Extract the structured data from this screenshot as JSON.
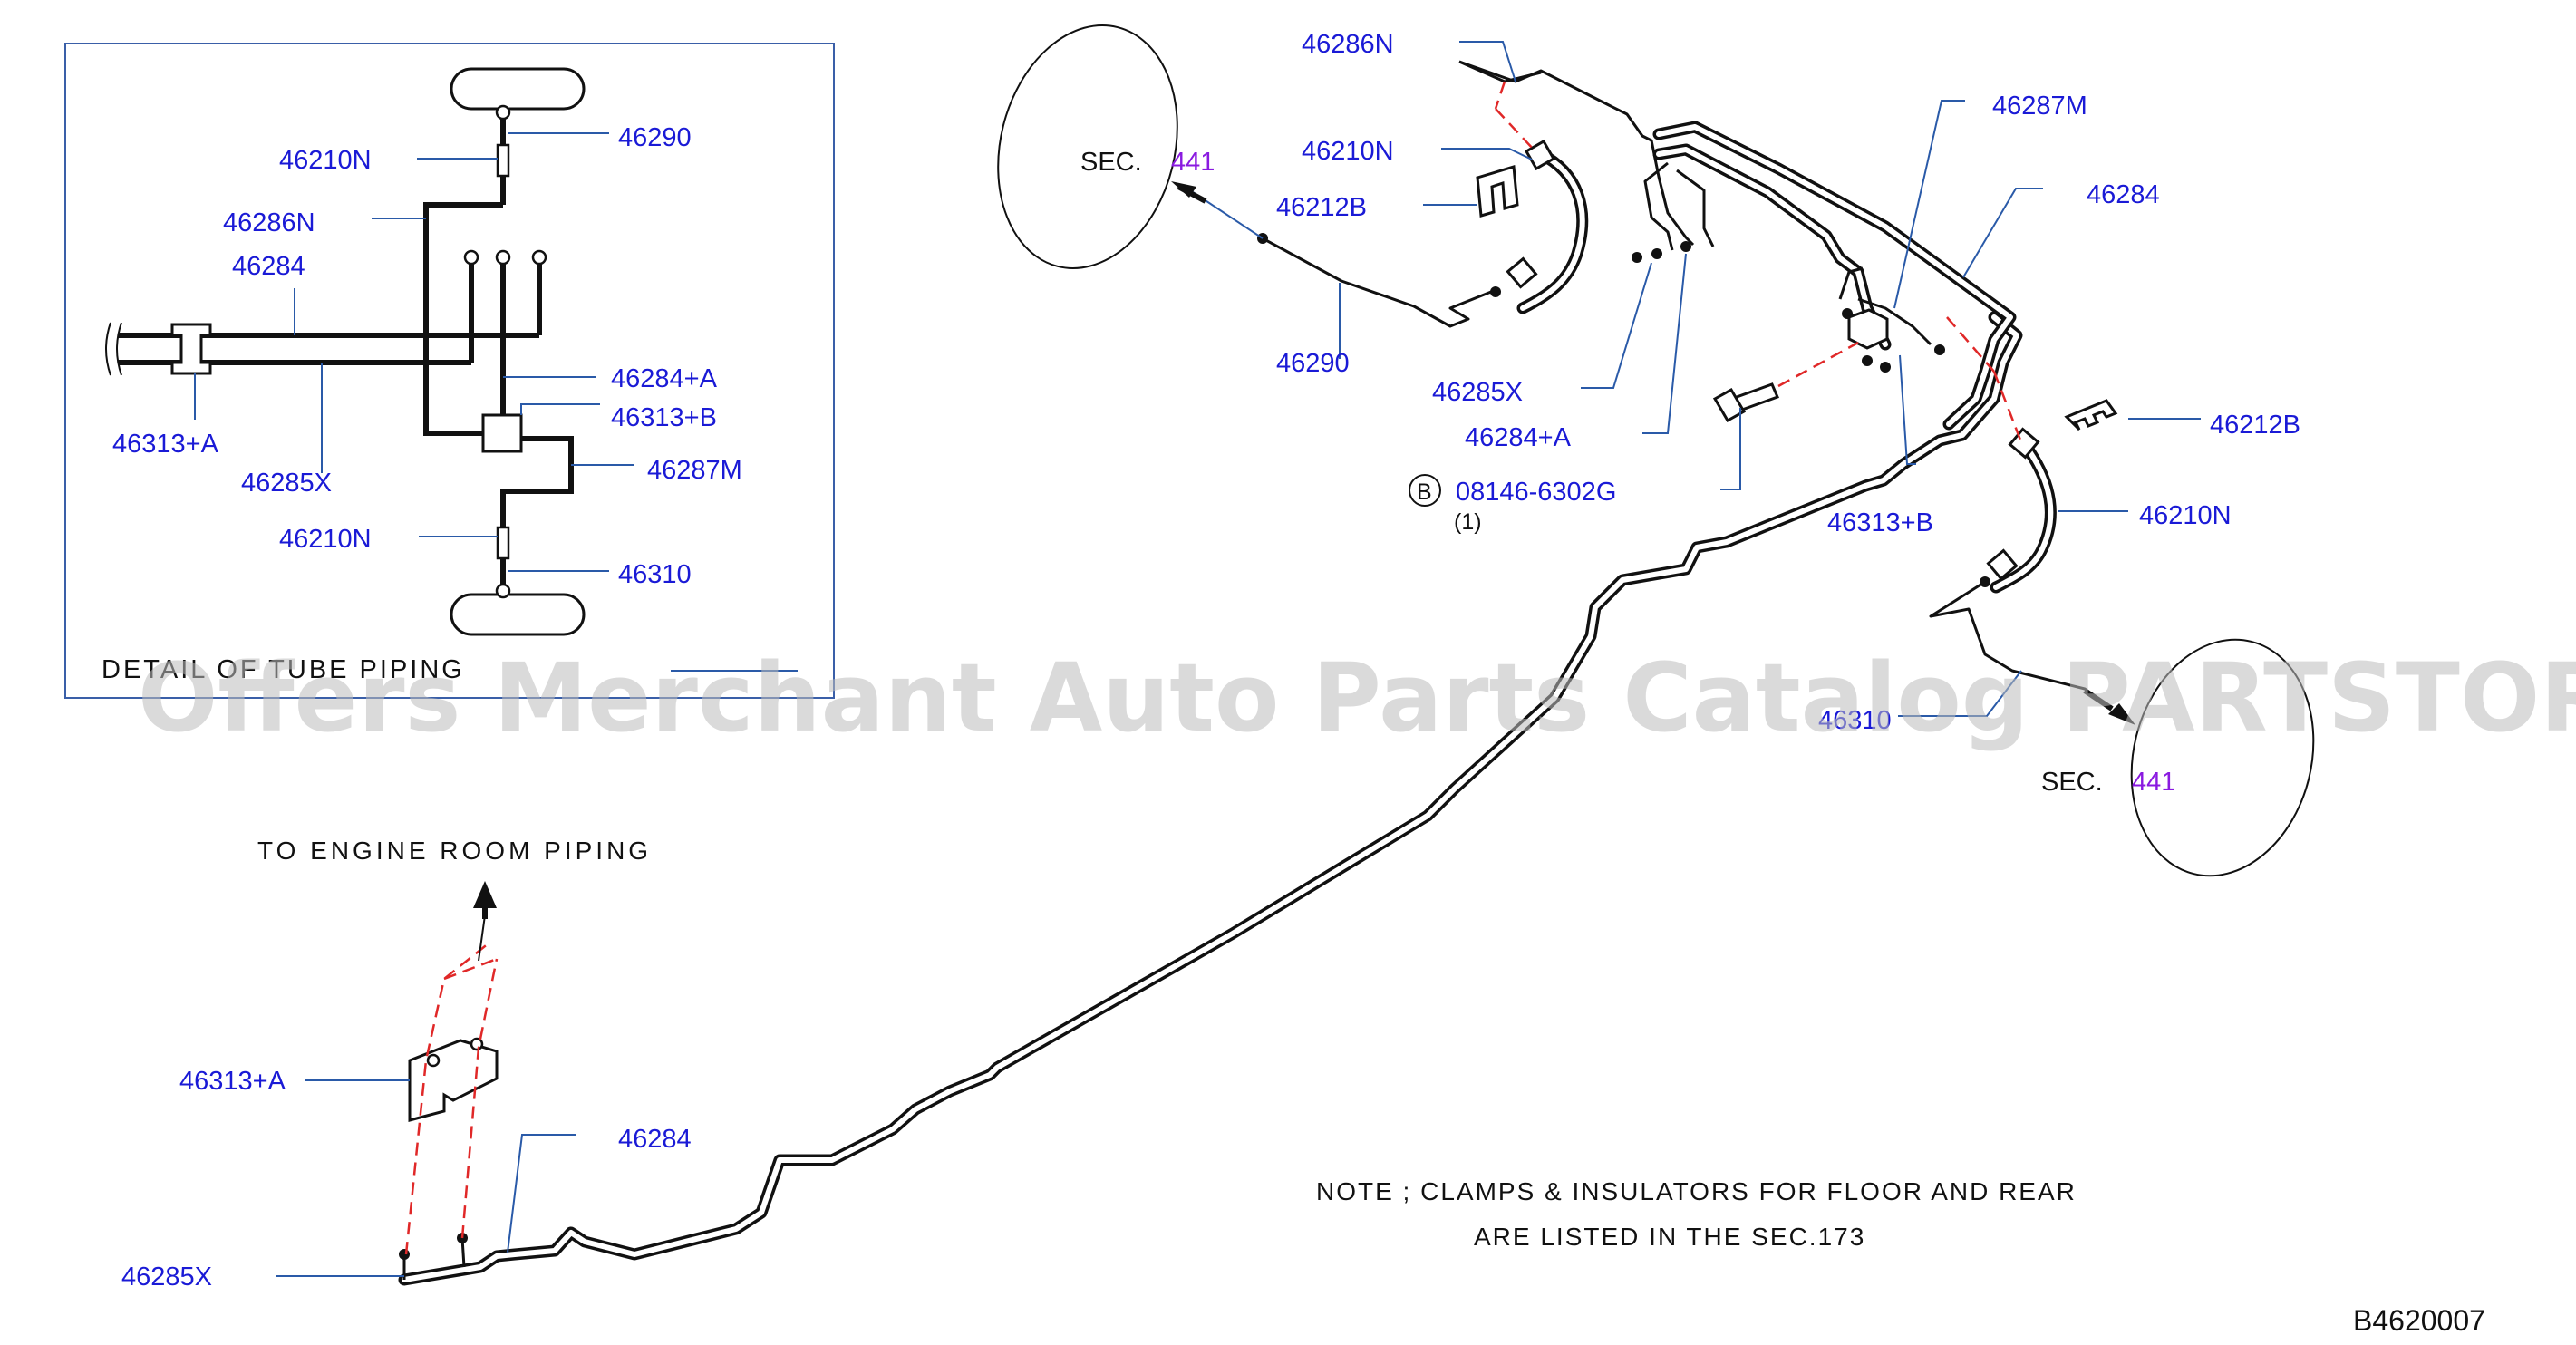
{
  "labels": {
    "detail_46210n_top": "46210N",
    "detail_46290": "46290",
    "detail_46286n": "46286N",
    "detail_46284": "46284",
    "detail_46284a": "46284+A",
    "detail_46313b": "46313+B",
    "detail_46313a": "46313+A",
    "detail_46285x": "46285X",
    "detail_46287m": "46287M",
    "detail_46210n_bottom": "46210N",
    "detail_46310": "46310",
    "detail_title": "DETAIL OF TUBE PIPING",
    "main_46286n": "46286N",
    "main_46287m": "46287M",
    "main_46210n_left": "46210N",
    "main_46212b_left": "46212B",
    "main_46284_top": "46284",
    "main_46290": "46290",
    "main_46285x_top": "46285X",
    "main_46284a": "46284+A",
    "main_bolt_circle": "B",
    "main_bolt_part": "08146-6302G",
    "main_bolt_qty": "(1)",
    "main_46313b": "46313+B",
    "main_46212b_right": "46212B",
    "main_46210n_right": "46210N",
    "main_46310": "46310",
    "sec_left_prefix": "SEC.",
    "sec_left_num": "441",
    "sec_right_prefix": "SEC.",
    "sec_right_num": "441",
    "engine_room": "TO ENGINE ROOM PIPING",
    "main_46313a": "46313+A",
    "main_46284_bottom": "46284",
    "main_46285x_bottom": "46285X",
    "note_line1": "NOTE ; CLAMPS & INSULATORS FOR FLOOR AND REAR",
    "note_line2": "ARE LISTED IN THE SEC.173",
    "diagram_code": "B4620007"
  },
  "watermark": "Offers Merchant Auto Parts Catalog PARTSTORE.SA",
  "colors": {
    "part_label": "#1a1ad6",
    "section_ref": "#8a1ae0",
    "leader": "#2a5aa8",
    "phantom_line": "#e02828"
  }
}
